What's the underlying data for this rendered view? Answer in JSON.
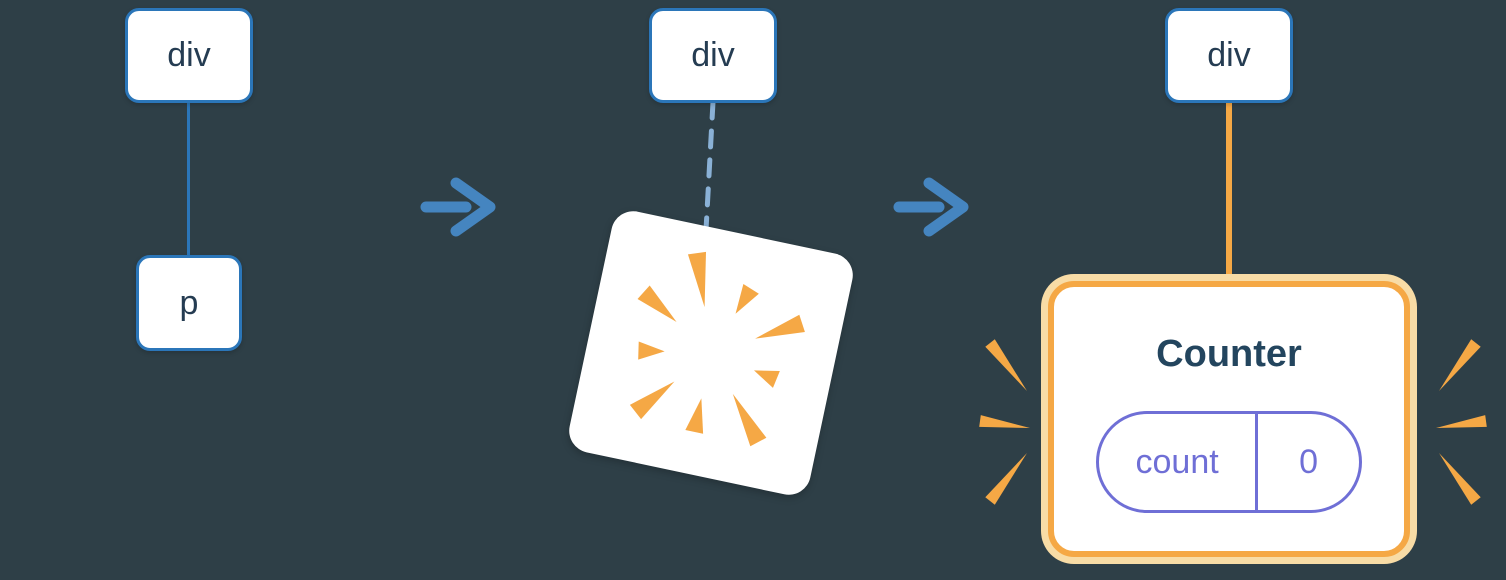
{
  "colors": {
    "background": "#2e3f47",
    "node_border": "#2b76b9",
    "node_text": "#253c52",
    "line_blue": "#2b76b9",
    "dashed_line": "#8ab1d6",
    "arrow": "#4585c0",
    "orange": "#f5a845",
    "orange_light": "#f8dca6",
    "purple": "#6f6fd6",
    "heading": "#23455e"
  },
  "step_before": {
    "parent_label": "div",
    "child_label": "p"
  },
  "step_deleting": {
    "parent_label": "div"
  },
  "step_after": {
    "parent_label": "div",
    "component": {
      "name": "Counter",
      "state_key": "count",
      "state_value": "0"
    }
  }
}
